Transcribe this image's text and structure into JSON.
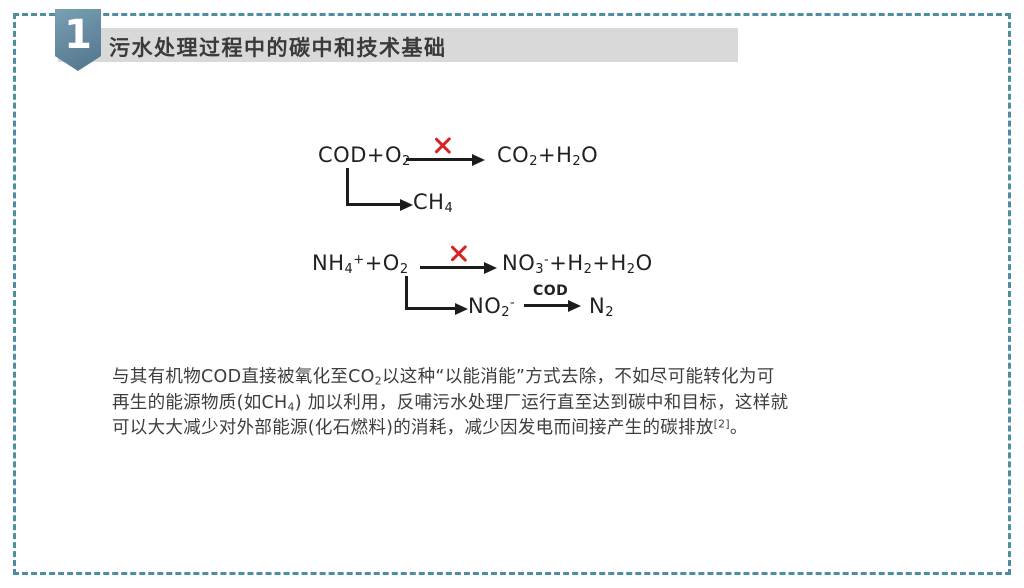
{
  "header": {
    "badge_number": "1",
    "title": "污水处理过程中的碳中和技术基础"
  },
  "diagram": {
    "row1": {
      "lhs": "COD+O~2~",
      "rhs": "CO~2~+H~2~O",
      "branch_product": "CH~4~"
    },
    "row2": {
      "lhs": "NH~4~^+^+O~2~",
      "rhs": "NO~3~^-^+H~2~+H~2~O",
      "branch_intermediate": "NO~2~^-^",
      "branch_arrow_label": "COD",
      "branch_product": "N~2~"
    },
    "icons": {
      "blocked_reaction": "red-cross-icon",
      "reaction_arrow": "right-arrow-icon",
      "branch_arrow": "elbow-arrow-icon"
    }
  },
  "paragraph": {
    "lines": [
      "与其有机物COD直接被氧化至CO~2~以这种“以能消能”方式去除，不如尽可能转化为可",
      "再生的能源物质(如CH~4~) 加以利用，反哺污水处理厂运行直至达到碳中和目标，这样就",
      "可以大大减少对外部能源(化石燃料)的消耗，减少因发电而间接产生的碳排放^[2]^。"
    ]
  },
  "colors": {
    "border": "#4f8da0",
    "badge": "#7aa0b4",
    "badge_dark": "#54788e",
    "title_bar": "#d9d9d9",
    "title_text": "#3a3a3a",
    "equation_text": "#212121",
    "cross": "#d92121",
    "body_text": "#3d3d3d",
    "arrow": "#1c1c1c"
  }
}
